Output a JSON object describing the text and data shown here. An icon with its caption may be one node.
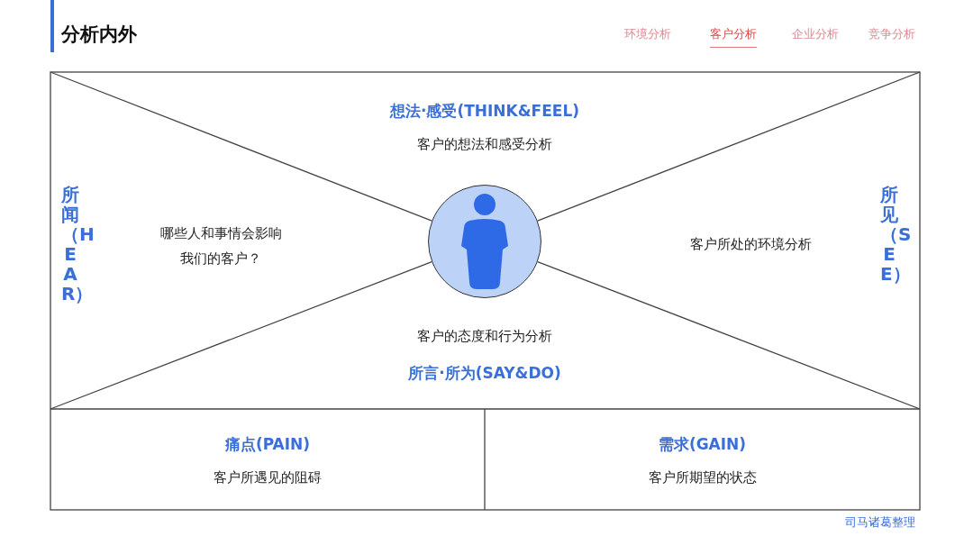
{
  "diagram": {
    "title": "分析内外",
    "nodes": [
      {
        "text": [
          "想法·感受(THINK&FEEL)",
          "客户的想法和感受分析"
        ]
      },
      {
        "text": [
          "所闻（HEAR）",
          "哪些人和事情会影响我们的客户？"
        ]
      },
      {
        "text": [
          "客户所处的环境分析",
          "所见（SEE）"
        ]
      },
      {
        "text": [
          "客户的态度和行为分析",
          "所言·所为(SAY&DO)"
        ]
      },
      {
        "text": [],
        "shape": "person"
      },
      {
        "text": [
          "痛点(PAIN)",
          "客户所遇见的阻碍"
        ]
      },
      {
        "text": [
          "需求(GAIN)",
          "客户所期望的状态"
        ]
      }
    ],
    "edges": [],
    "labels": [
      "环境分析",
      "客户分析",
      "企业分析",
      "竞争分析",
      "司马诸葛整理"
    ]
  }
}
